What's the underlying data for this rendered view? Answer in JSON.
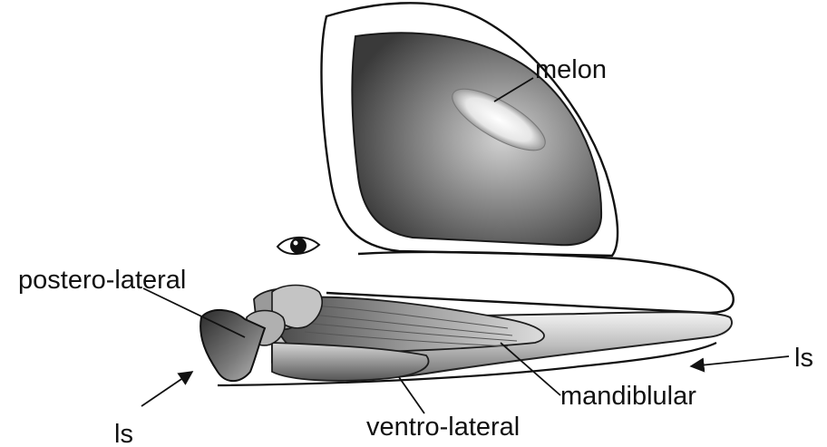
{
  "labels": {
    "melon": "melon",
    "postero_lateral": "postero-lateral",
    "mandibular": "mandiblular",
    "ventro_lateral": "ventro-lateral",
    "ls_right": "ls",
    "ls_left": "ls"
  },
  "colors": {
    "ink": "#111111",
    "background": "#ffffff"
  },
  "icons": {
    "eye": "eye-icon"
  }
}
